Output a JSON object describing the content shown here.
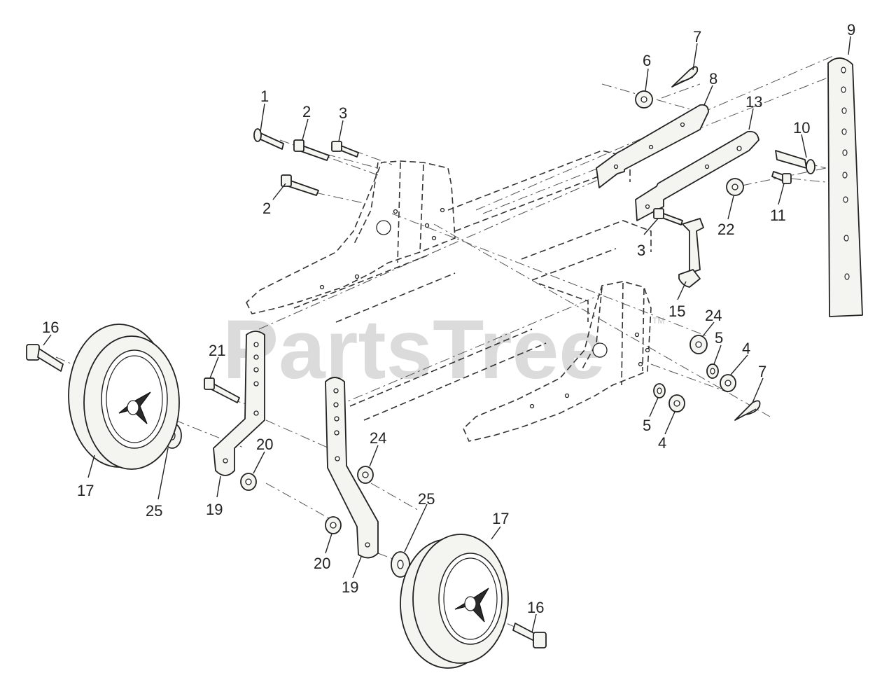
{
  "watermark": {
    "brand": "PartsTree",
    "tm": "TM"
  },
  "callouts": [
    {
      "id": "c1",
      "label": "1"
    },
    {
      "id": "c2a",
      "label": "2"
    },
    {
      "id": "c2b",
      "label": "2"
    },
    {
      "id": "c3a",
      "label": "3"
    },
    {
      "id": "c3b",
      "label": "3"
    },
    {
      "id": "c4a",
      "label": "4"
    },
    {
      "id": "c4b",
      "label": "4"
    },
    {
      "id": "c5a",
      "label": "5"
    },
    {
      "id": "c5b",
      "label": "5"
    },
    {
      "id": "c6",
      "label": "6"
    },
    {
      "id": "c7a",
      "label": "7"
    },
    {
      "id": "c7b",
      "label": "7"
    },
    {
      "id": "c8",
      "label": "8"
    },
    {
      "id": "c9",
      "label": "9"
    },
    {
      "id": "c10",
      "label": "10"
    },
    {
      "id": "c11",
      "label": "11"
    },
    {
      "id": "c13",
      "label": "13"
    },
    {
      "id": "c15",
      "label": "15"
    },
    {
      "id": "c16a",
      "label": "16"
    },
    {
      "id": "c16b",
      "label": "16"
    },
    {
      "id": "c17a",
      "label": "17"
    },
    {
      "id": "c17b",
      "label": "17"
    },
    {
      "id": "c19a",
      "label": "19"
    },
    {
      "id": "c19b",
      "label": "19"
    },
    {
      "id": "c20a",
      "label": "20"
    },
    {
      "id": "c20b",
      "label": "20"
    },
    {
      "id": "c21",
      "label": "21"
    },
    {
      "id": "c22",
      "label": "22"
    },
    {
      "id": "c24a",
      "label": "24"
    },
    {
      "id": "c24b",
      "label": "24"
    },
    {
      "id": "c25a",
      "label": "25"
    },
    {
      "id": "c25b",
      "label": "25"
    }
  ]
}
